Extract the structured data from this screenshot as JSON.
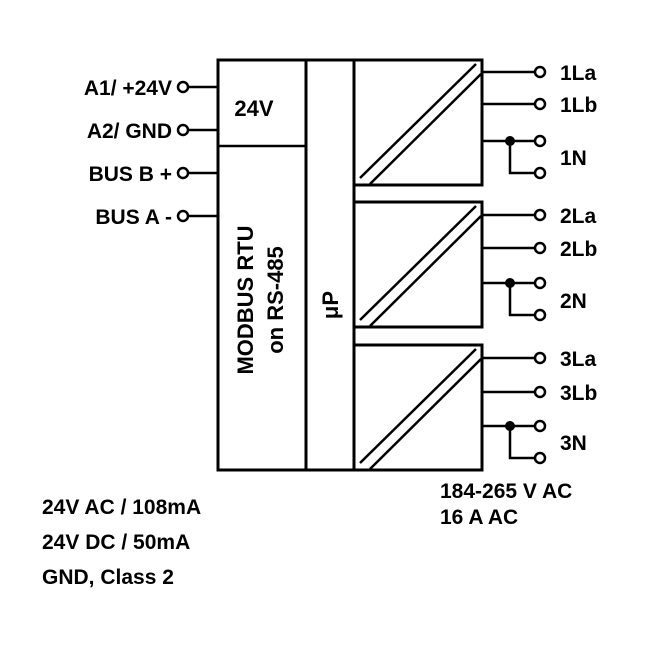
{
  "inputs": {
    "a1": "A1/ +24V",
    "a2": "A2/ GND",
    "bus_b": "BUS B +",
    "bus_a": "BUS A -"
  },
  "blocks": {
    "supply": "24V",
    "modbus_line1": "MODBUS RTU",
    "modbus_line2": "on RS-485",
    "cpu": "μP"
  },
  "outputs": {
    "ch1": {
      "la": "1La",
      "lb": "1Lb",
      "n": "1N"
    },
    "ch2": {
      "la": "2La",
      "lb": "2Lb",
      "n": "2N"
    },
    "ch3": {
      "la": "3La",
      "lb": "3Lb",
      "n": "3N"
    }
  },
  "specs": {
    "supply_ac": "24V AC / 108mA",
    "supply_dc": "24V DC / 50mA",
    "gnd": "GND, Class 2",
    "output_voltage": "184-265 V AC",
    "output_current": "16 A AC"
  }
}
